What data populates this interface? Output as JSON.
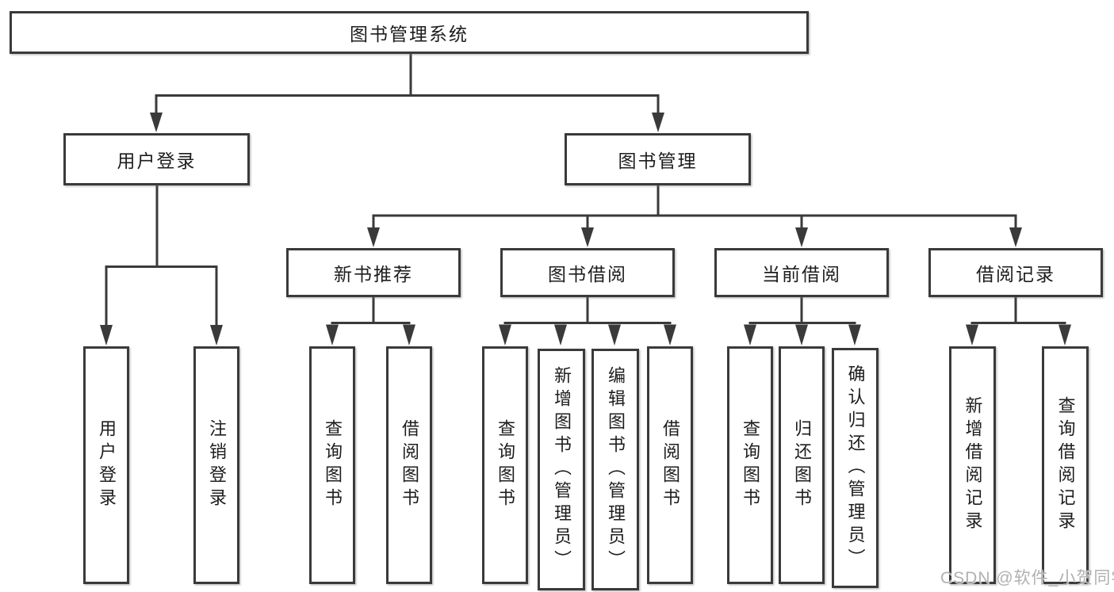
{
  "tree": {
    "root": "图书管理系统",
    "level2": [
      {
        "label": "用户登录",
        "children": [
          "用户登录",
          "注销登录"
        ]
      },
      {
        "label": "图书管理",
        "children": []
      }
    ],
    "level3": [
      {
        "label": "新书推荐",
        "children": [
          "查询图书",
          "借阅图书"
        ]
      },
      {
        "label": "图书借阅",
        "children": [
          "查询图书",
          "新增图书（管理员）",
          "编辑图书（管理员）",
          "借阅图书"
        ]
      },
      {
        "label": "当前借阅",
        "children": [
          "查询图书",
          "归还图书",
          "确认归还（管理员）"
        ]
      },
      {
        "label": "借阅记录",
        "children": [
          "新增借阅记录",
          "查询借阅记录"
        ]
      }
    ]
  },
  "watermark": "CSDN @软件_小贺同学",
  "colors": {
    "line": "#3a3a3a",
    "text": "#1d1d1d",
    "background": "#ffffff",
    "watermark": "#b0b0b0"
  }
}
